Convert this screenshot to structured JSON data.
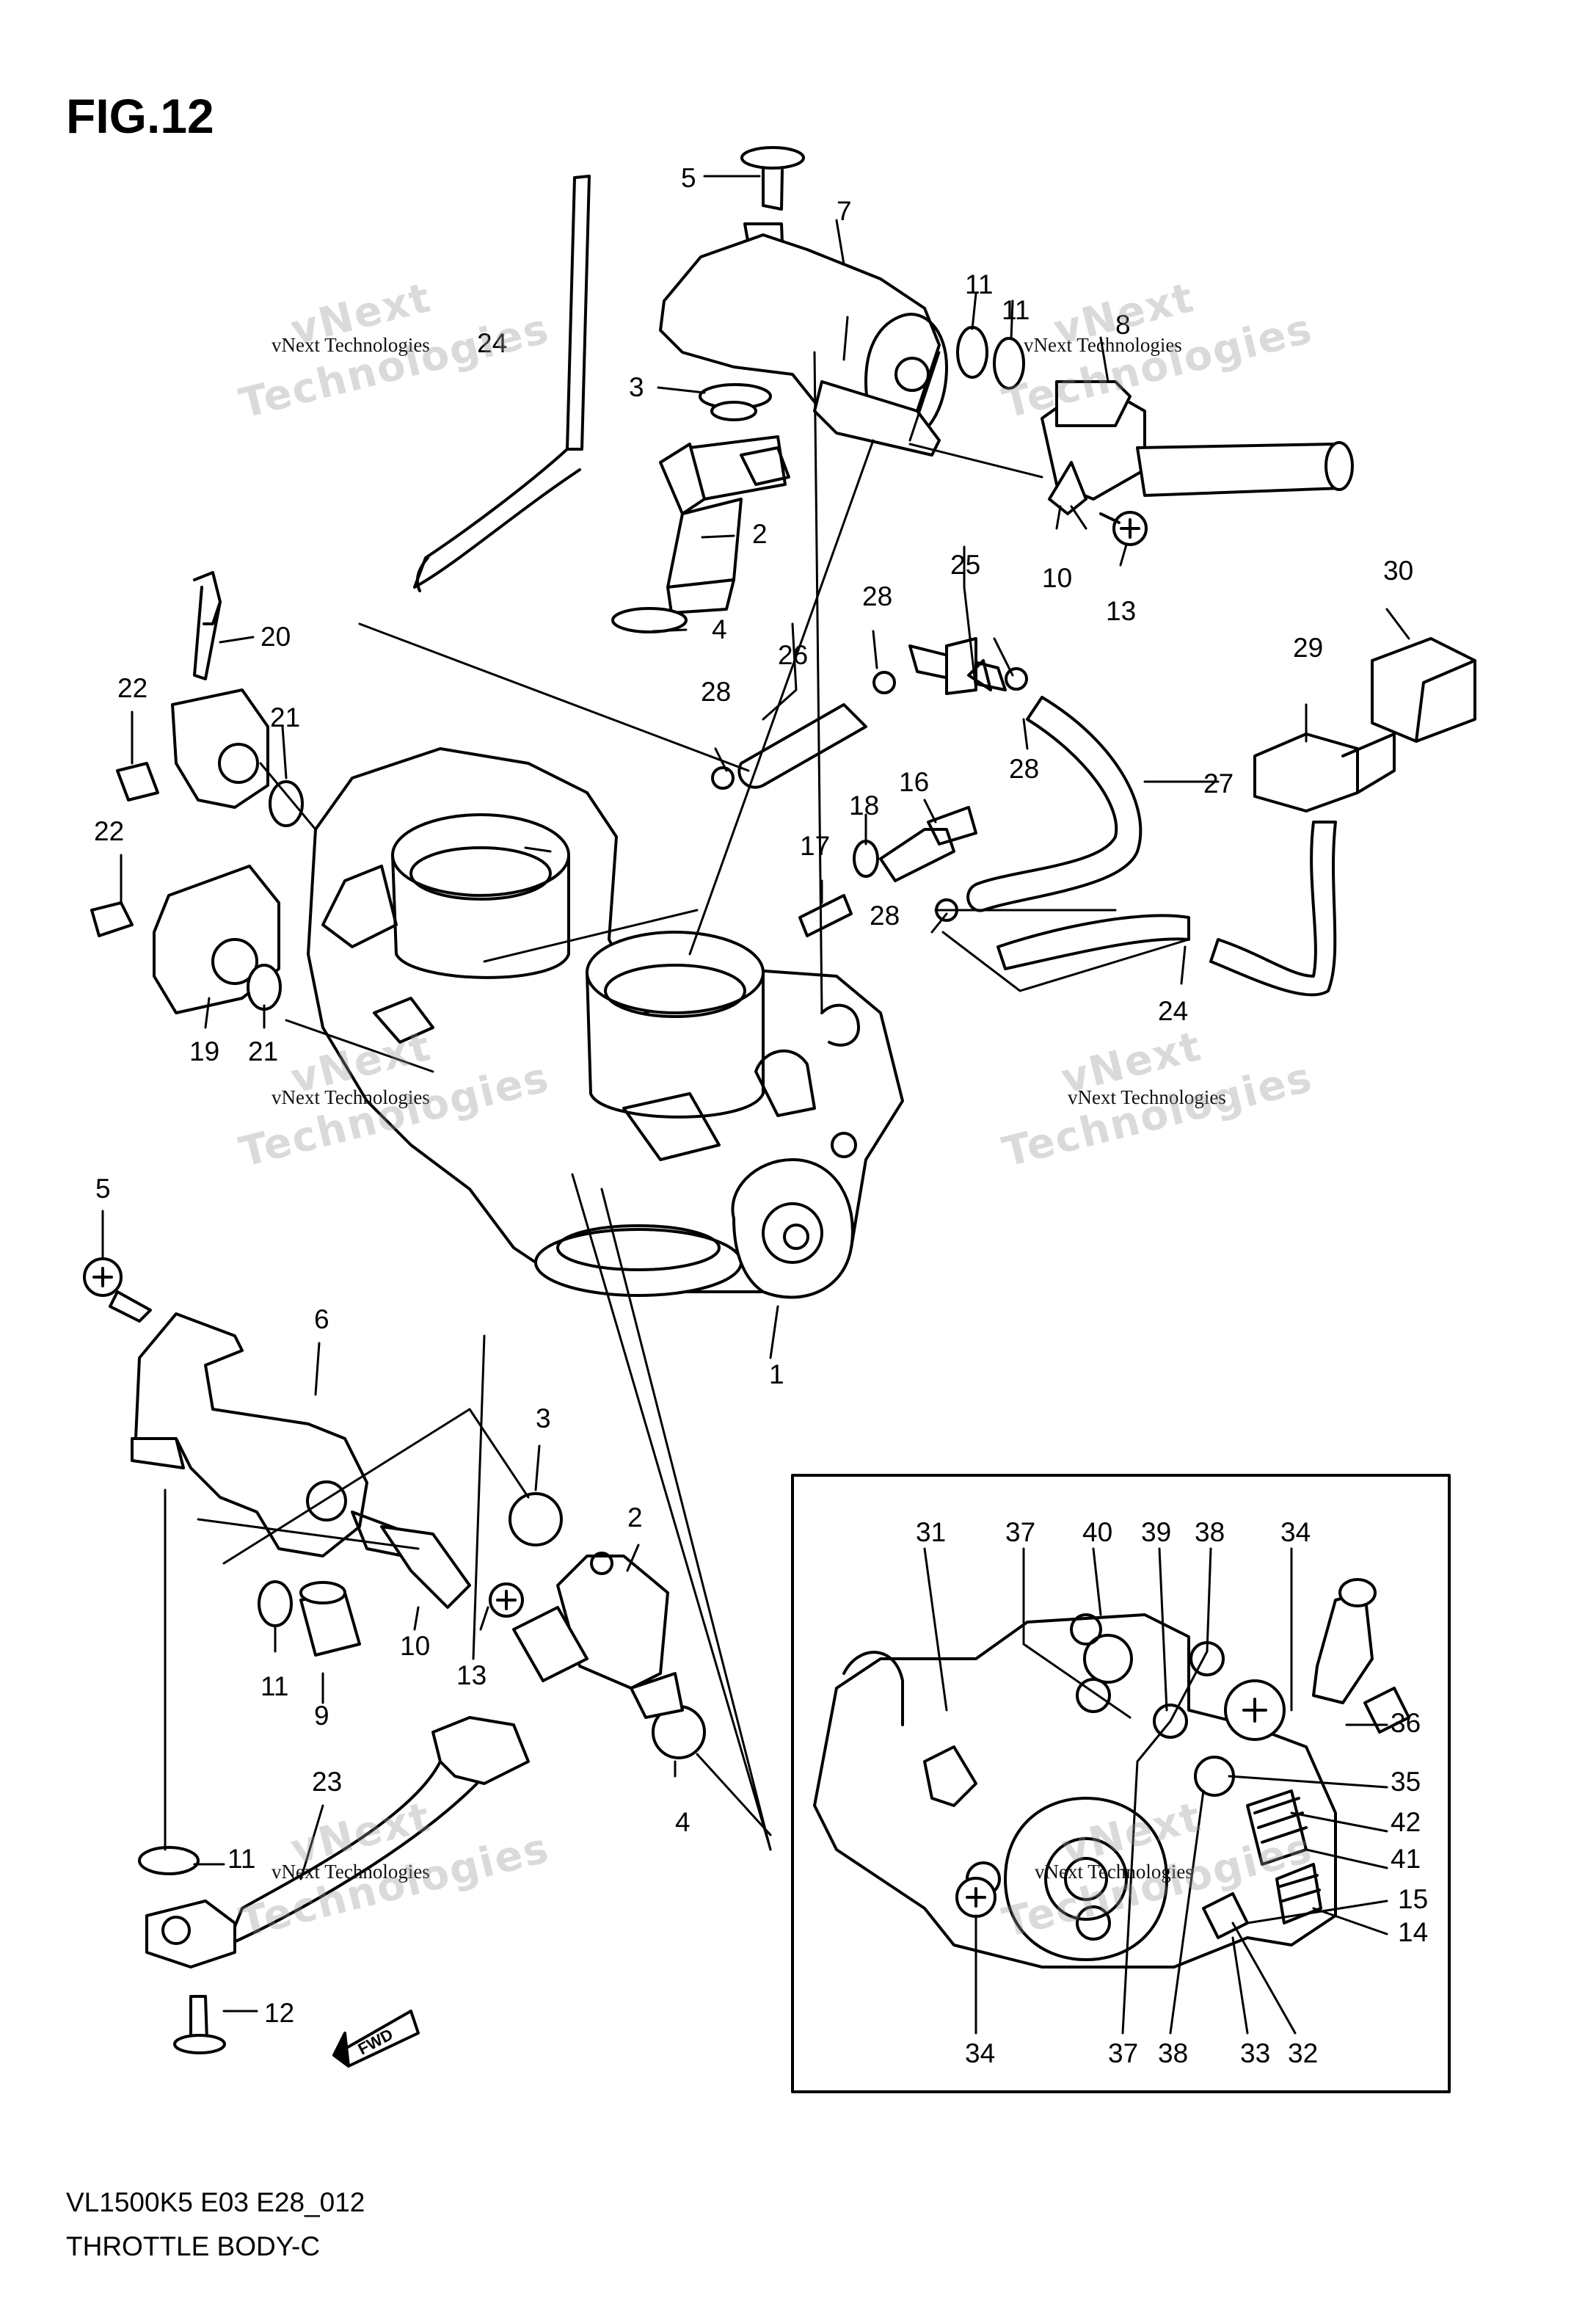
{
  "figure": {
    "title": "FIG.12",
    "code": "VL1500K5 E03 E28_012",
    "name": "THROTTLE BODY-C"
  },
  "watermark": {
    "small": "vNext Technologies",
    "big": "vNext Technologies",
    "big_line1": "vNext",
    "big_line2": "Technologies"
  },
  "fwd_label": "FWD",
  "callouts": [
    "1",
    "2",
    "2",
    "3",
    "3",
    "4",
    "4",
    "5",
    "5",
    "6",
    "7",
    "8",
    "9",
    "10",
    "10",
    "11",
    "11",
    "11",
    "11",
    "12",
    "13",
    "13",
    "14",
    "15",
    "16",
    "17",
    "18",
    "19",
    "20",
    "21",
    "21",
    "22",
    "22",
    "23",
    "24",
    "24",
    "25",
    "26",
    "27",
    "28",
    "28",
    "28",
    "28",
    "29",
    "30",
    "31",
    "32",
    "33",
    "34",
    "34",
    "35",
    "36",
    "37",
    "37",
    "38",
    "38",
    "39",
    "40",
    "41",
    "42"
  ]
}
